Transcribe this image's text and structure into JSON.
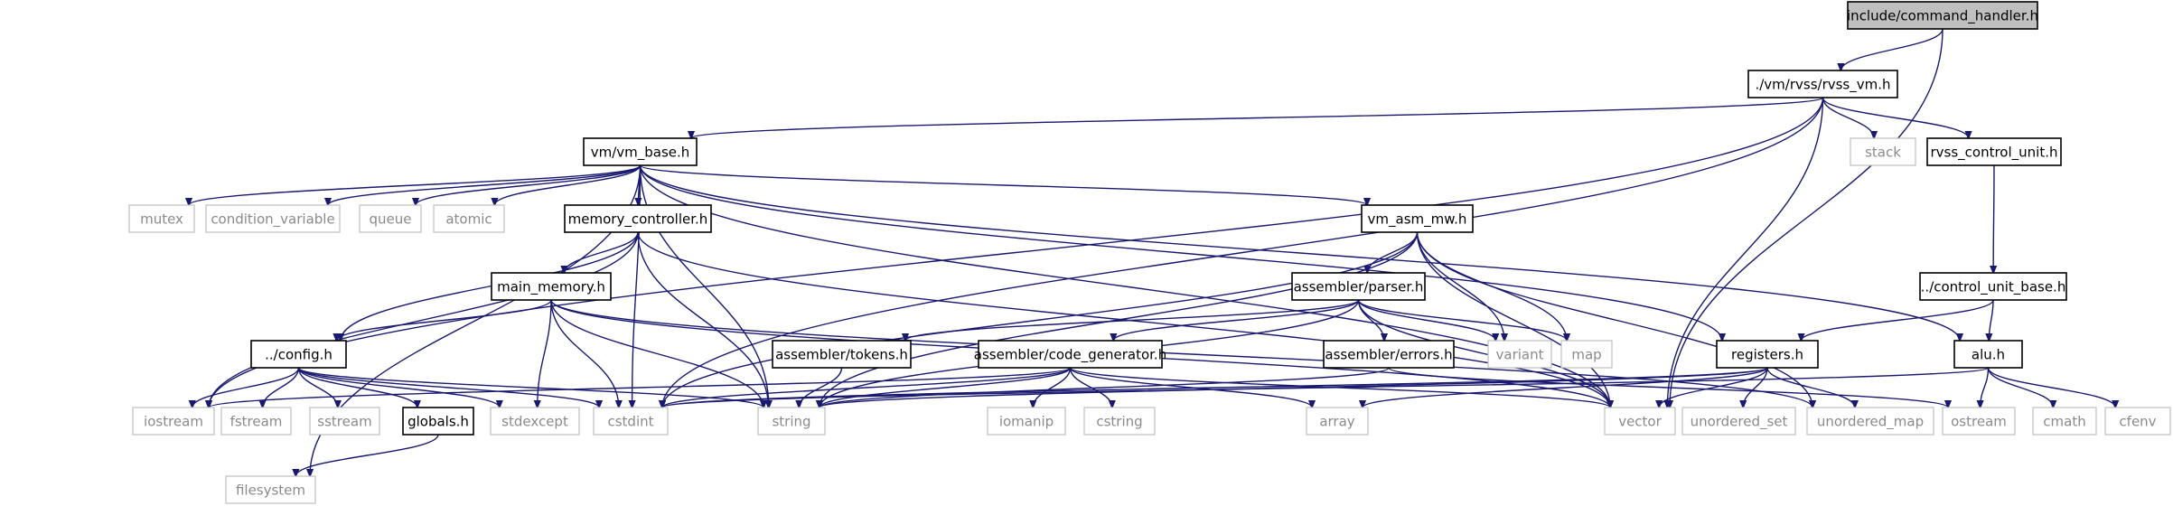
{
  "colors": {
    "edge": "#191970",
    "root_fill": "#bfbfbf",
    "sys_border": "#bfbfbf",
    "sys_text": "#8a8a8a"
  },
  "nodes": {
    "command_handler": "include/command_handler.h",
    "rvss_vm": "./vm/rvss/rvss_vm.h",
    "vm_base": "vm/vm_base.h",
    "stack": "stack",
    "rvss_control_unit": "rvss_control_unit.h",
    "mutex": "mutex",
    "condition_variable": "condition_variable",
    "queue": "queue",
    "atomic": "atomic",
    "memory_controller": "memory_controller.h",
    "vm_asm_mw": "vm_asm_mw.h",
    "main_memory": "main_memory.h",
    "assembler_parser": "assembler/parser.h",
    "control_unit_base": "../control_unit_base.h",
    "config": "../config.h",
    "assembler_tokens": "assembler/tokens.h",
    "assembler_code_generator": "assembler/code_generator.h",
    "assembler_errors": "assembler/errors.h",
    "variant": "variant",
    "map": "map",
    "registers": "registers.h",
    "alu": "alu.h",
    "iostream": "iostream",
    "fstream": "fstream",
    "sstream": "sstream",
    "globals": "globals.h",
    "stdexcept": "stdexcept",
    "cstdint": "cstdint",
    "string": "string",
    "iomanip": "iomanip",
    "cstring": "cstring",
    "array": "array",
    "vector": "vector",
    "unordered_set": "unordered_set",
    "unordered_map": "unordered_map",
    "ostream": "ostream",
    "cmath": "cmath",
    "cfenv": "cfenv",
    "filesystem": "filesystem"
  }
}
